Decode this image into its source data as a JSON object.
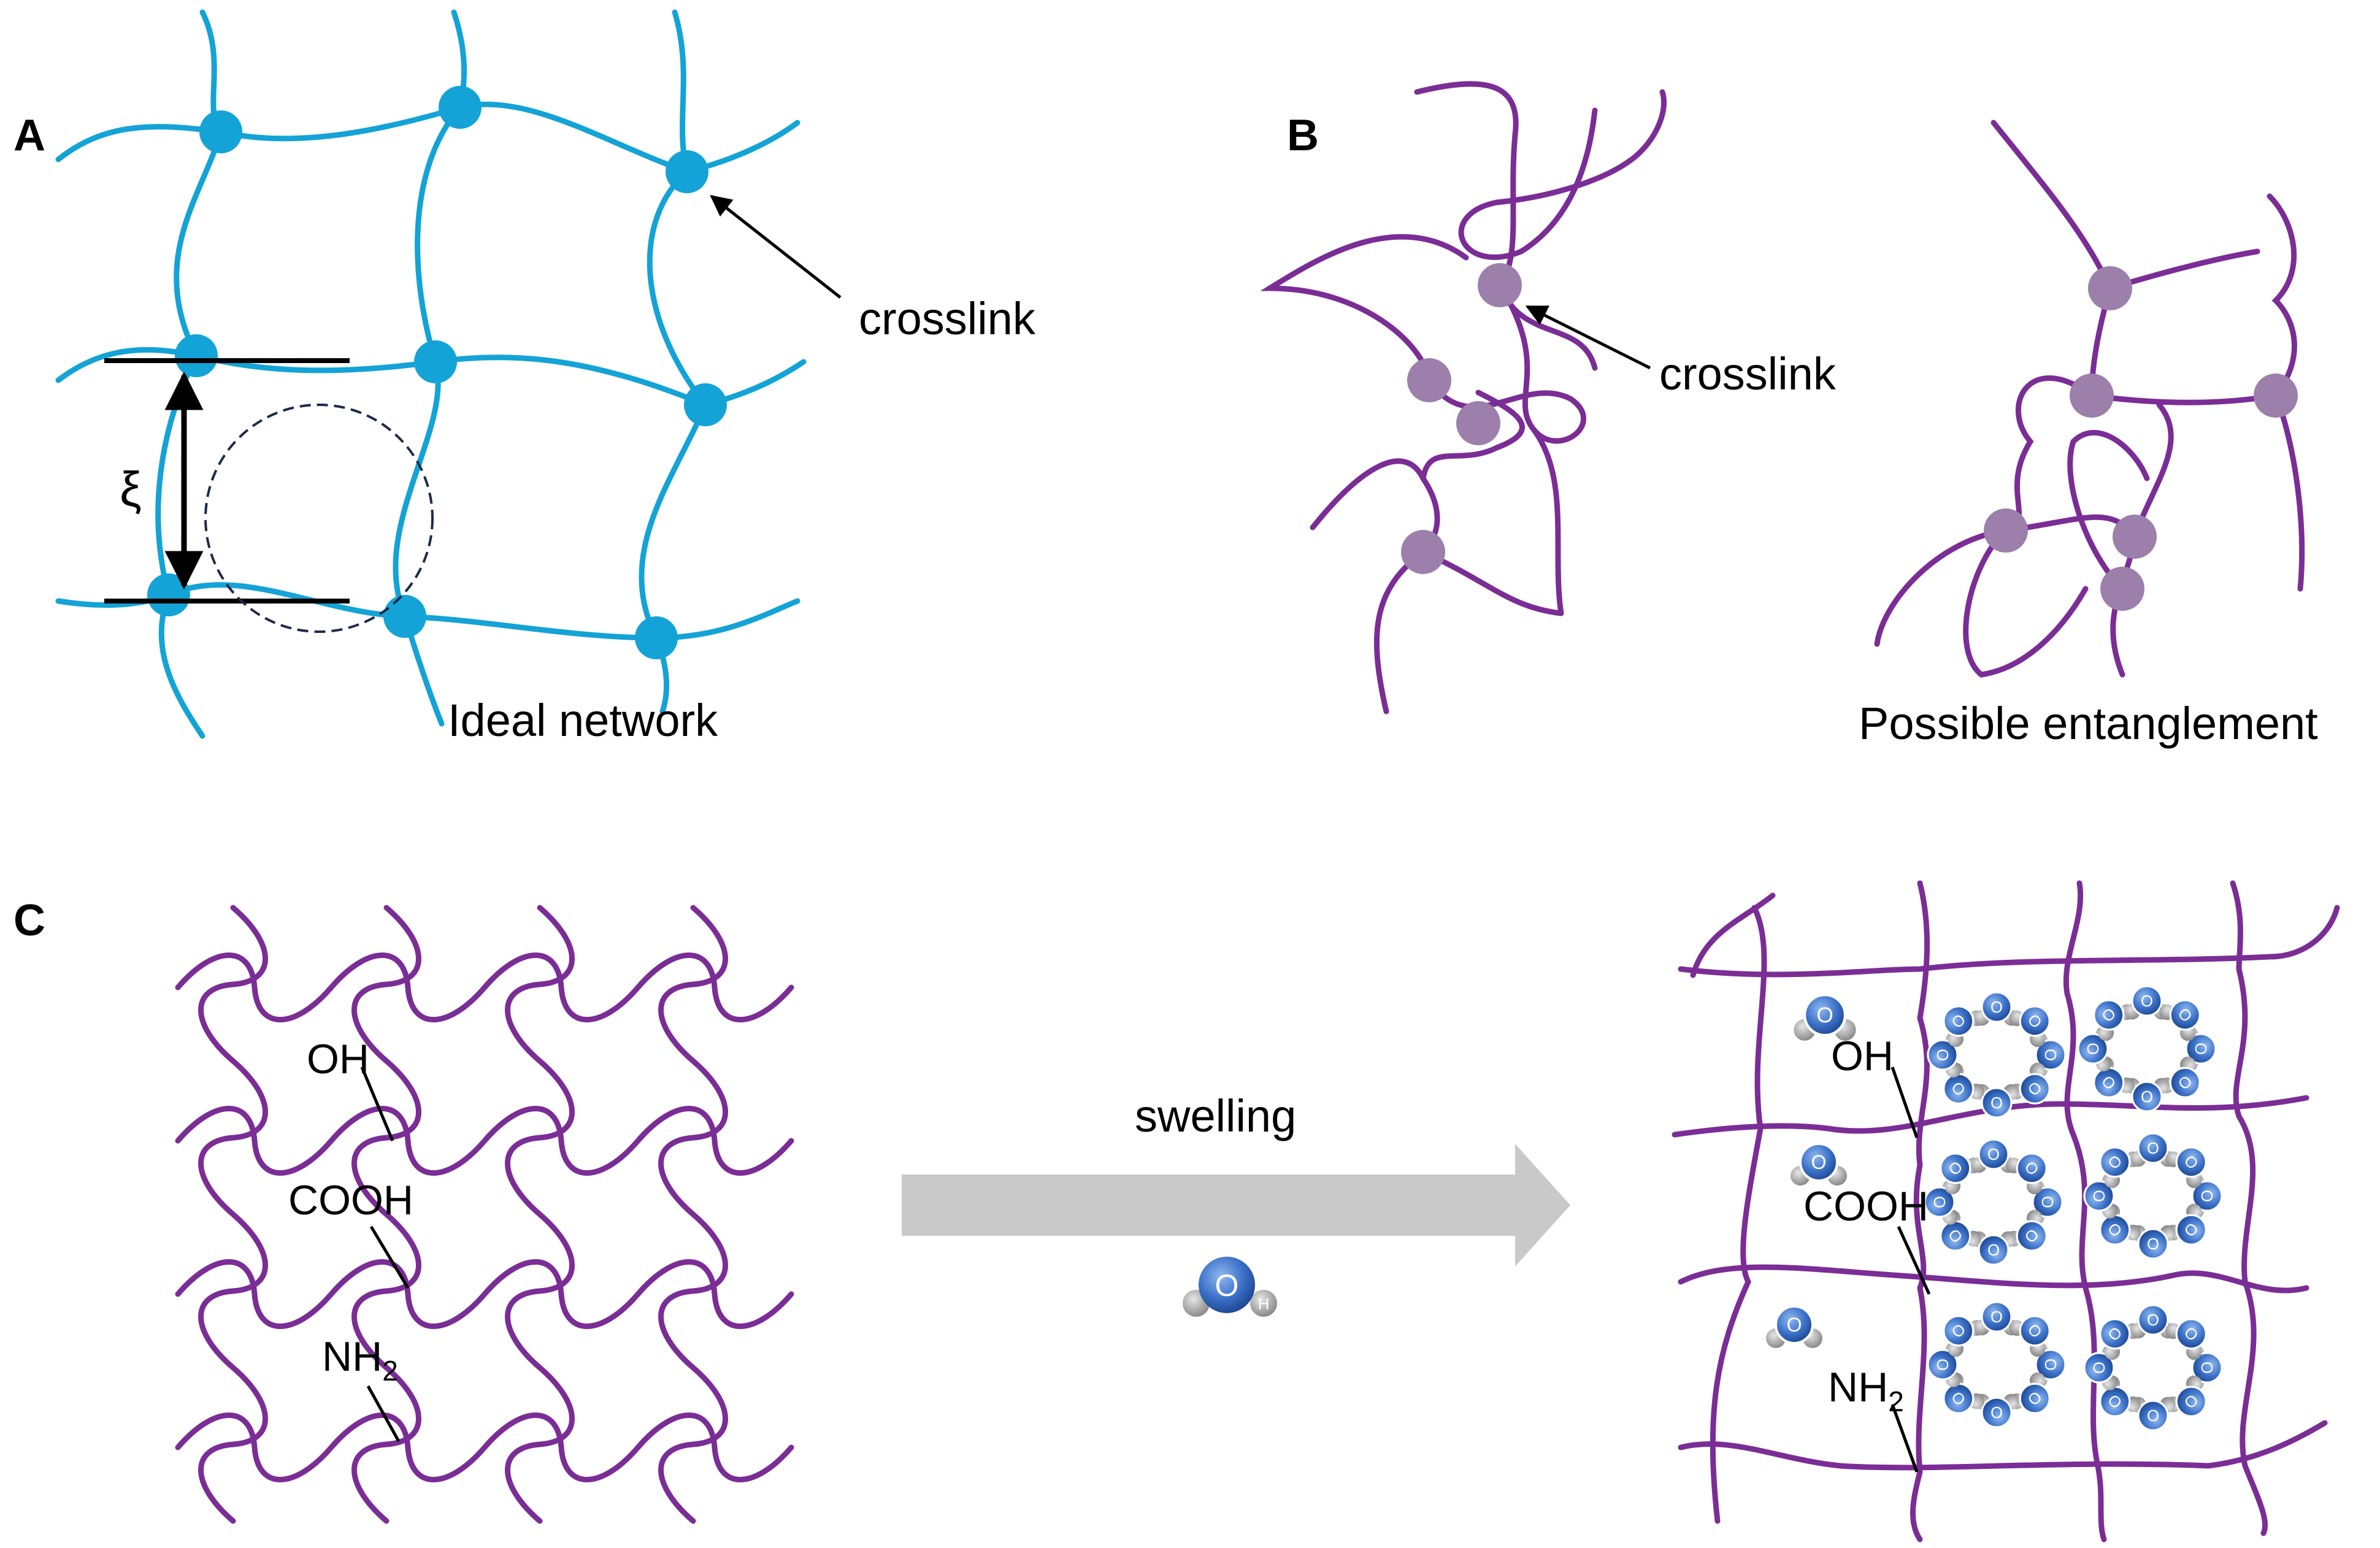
{
  "panels": {
    "a": {
      "letter": "A",
      "crosslink_label": "crosslink",
      "mesh_symbol": "ξ",
      "caption": "Ideal network",
      "network_color": "#14a3d6"
    },
    "b": {
      "letter": "B",
      "crosslink_label": "crosslink",
      "caption": "Possible entanglement",
      "chain_color": "#7b2d96",
      "node_color": "#9c7fab"
    },
    "c": {
      "letter": "C",
      "groups": {
        "hydroxyl": "OH",
        "carboxyl": "COOH",
        "amine": "NH",
        "amine_sub": "2"
      },
      "groups_right": {
        "hydroxyl": "OH",
        "carboxyl": "COOH",
        "amine": "NH",
        "amine_sub": "2"
      },
      "arrow_label": "swelling",
      "water": {
        "oxygen": "O",
        "hydrogen": "H",
        "oxygen_color": "#3d72c9",
        "hydrogen_color": "#a6a6a6"
      },
      "arrow_color": "#c9c9c9"
    }
  }
}
